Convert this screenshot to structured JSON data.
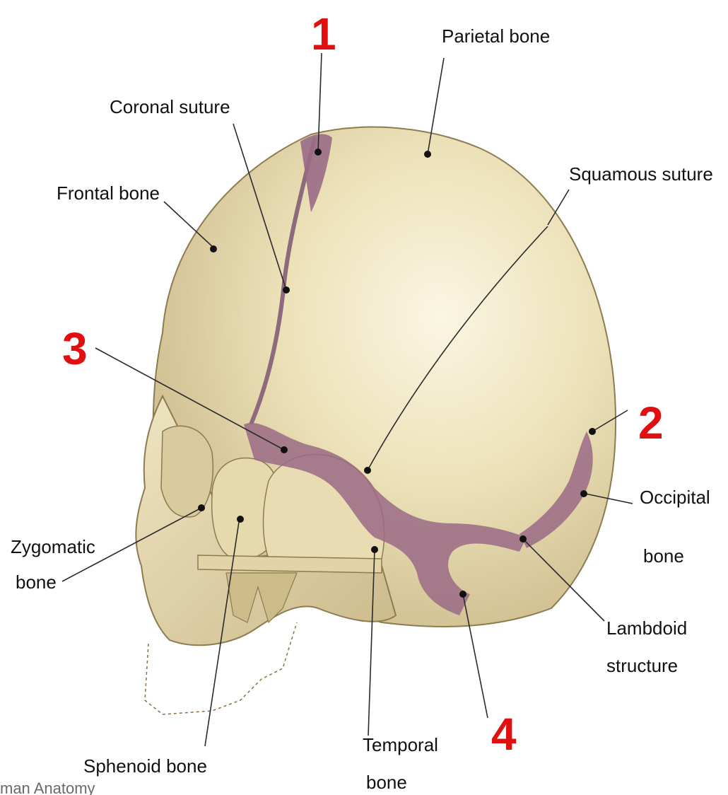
{
  "colors": {
    "bone": "#e8dcb0",
    "bone_shadow": "#c9b886",
    "fontanelle": "#9a6b86",
    "number_red": "#e01010"
  },
  "labels": {
    "parietal": "Parietal bone",
    "coronal": "Coronal suture",
    "frontal": "Frontal bone",
    "squamous": "Squamous suture",
    "occipital_1": "Occipital",
    "occipital_2": "bone",
    "zygomatic_1": "Zygomatic",
    "zygomatic_2": "bone",
    "lambdoid_1": "Lambdoid",
    "lambdoid_2": "structure",
    "sphenoid": "Sphenoid bone",
    "temporal_1": "Temporal",
    "temporal_2": "bone"
  },
  "numbers": {
    "n1": "1",
    "n2": "2",
    "n3": "3",
    "n4": "4"
  },
  "credit": "man Anatomy"
}
